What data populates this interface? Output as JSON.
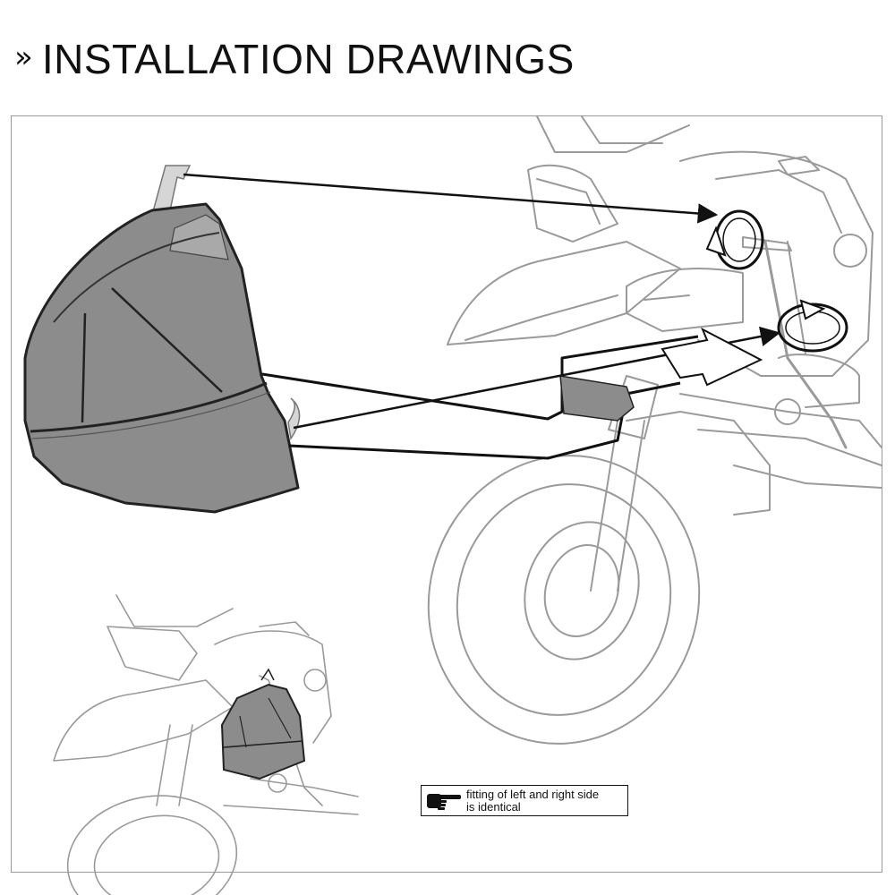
{
  "header": {
    "chevron": "»",
    "title": "INSTALLATION DRAWINGS"
  },
  "note": {
    "icon": "pointing-hand-icon",
    "line1": "fitting of left and right side",
    "line2": "is identical"
  },
  "colors": {
    "bag_fill": "#8c8c8c",
    "bag_fill_light": "#a5a5a5",
    "outline": "#222222",
    "line_art": "#9a9a9a",
    "frame": "#9a9a9a"
  }
}
